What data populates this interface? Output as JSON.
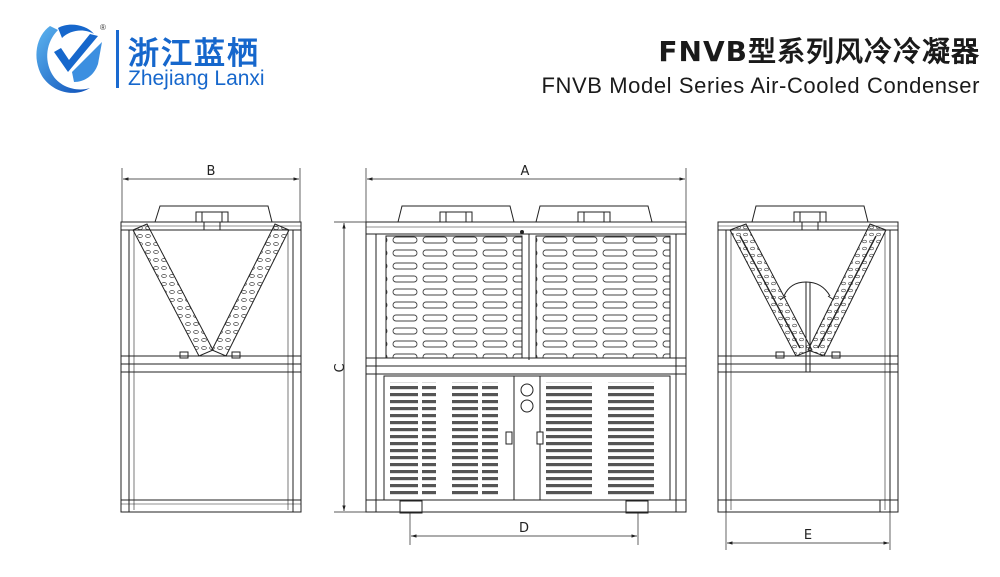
{
  "brand": {
    "name_cn": "浙江蓝栖",
    "name_en": "Zhejiang Lanxi",
    "registered_mark": "®",
    "color": "#1667cc"
  },
  "title": {
    "cn": "FNVB型系列风冷冷凝器",
    "en": "FNVB Model Series  Air-Cooled Condenser"
  },
  "dimensions": {
    "a": "A",
    "b": "B",
    "c": "C",
    "d": "D",
    "e": "E"
  },
  "views": [
    "left-side-view",
    "front-view",
    "right-side-view"
  ]
}
